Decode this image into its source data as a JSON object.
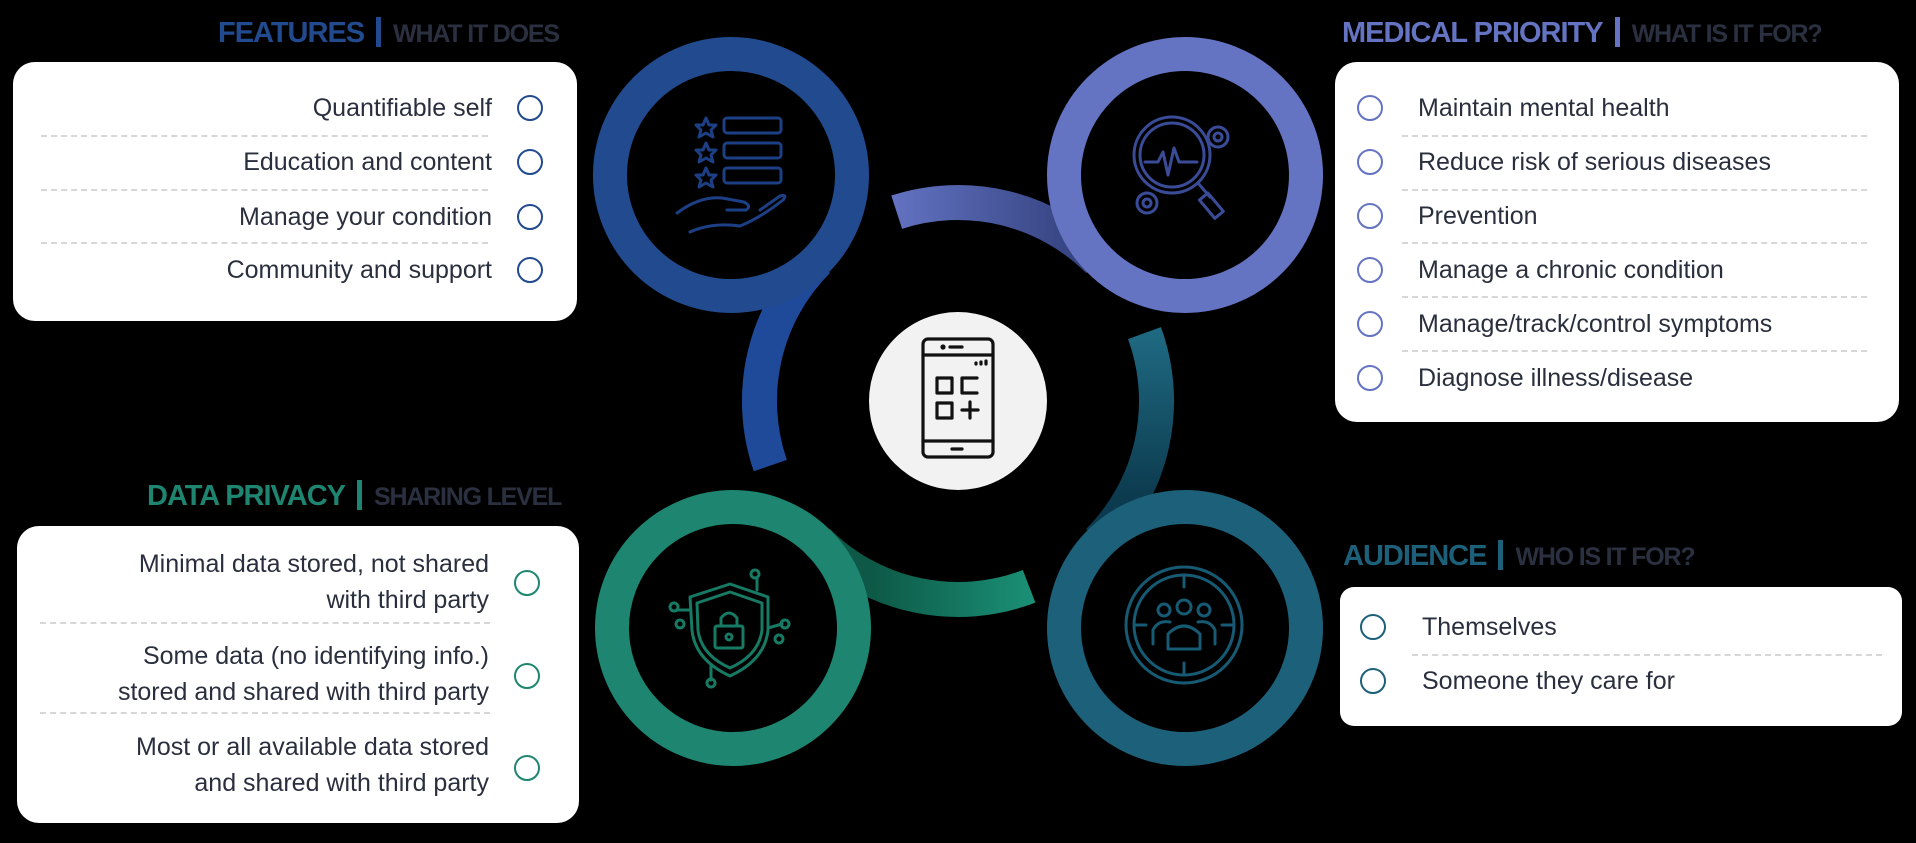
{
  "colors": {
    "features": "#224a8e",
    "medical": "#6474c2",
    "privacy": "#1e8570",
    "audience": "#1d6079",
    "subtitle_text": "#2b3040",
    "body_text": "#2a2f3e",
    "center_circle": "#f2f2f2"
  },
  "center": {
    "icon": "mobile-app-icon"
  },
  "features": {
    "title": "FEATURES",
    "subtitle": "WHAT IT DOES",
    "icon": "rating-hand-icon",
    "items": [
      "Quantifiable self",
      "Education and content",
      "Manage your condition",
      "Community and support"
    ]
  },
  "medical": {
    "title": "MEDICAL PRIORITY",
    "subtitle": "WHAT IS IT FOR?",
    "icon": "health-search-icon",
    "items": [
      "Maintain mental health",
      "Reduce risk of serious diseases",
      "Prevention",
      "Manage a chronic condition",
      "Manage/track/control symptoms",
      "Diagnose illness/disease"
    ]
  },
  "privacy": {
    "title": "DATA PRIVACY",
    "subtitle": "SHARING LEVEL",
    "icon": "shield-lock-icon",
    "items": [
      {
        "line1": "Minimal data stored, not shared",
        "line2": "with third party"
      },
      {
        "line1": "Some data (no identifying info.)",
        "line2": "stored and shared with third party"
      },
      {
        "line1": "Most or all available data stored",
        "line2": "and shared with third party"
      }
    ]
  },
  "audience": {
    "title": "AUDIENCE",
    "subtitle": "WHO IS IT FOR?",
    "icon": "target-group-icon",
    "items": [
      "Themselves",
      "Someone they care for"
    ]
  }
}
